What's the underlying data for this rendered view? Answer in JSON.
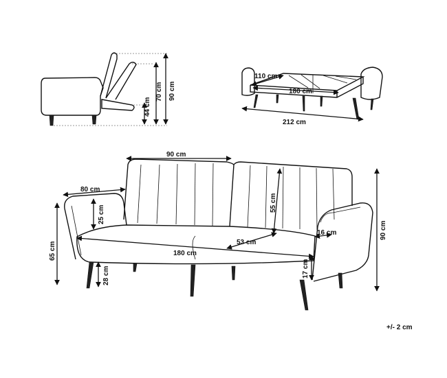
{
  "side_view": {
    "dim_70": "70 cm",
    "dim_90": "90 cm",
    "dim_44": "44 cm"
  },
  "bed_view": {
    "dim_110": "110 cm",
    "dim_180": "180 cm",
    "dim_212": "212 cm"
  },
  "front_view": {
    "dim_90": "90 cm",
    "dim_80": "80 cm",
    "dim_25": "25 cm",
    "dim_55": "55 cm",
    "dim_65": "65 cm",
    "dim_180": "180 cm",
    "dim_53": "53 cm",
    "dim_16": "16 cm",
    "dim_90_height": "90 cm",
    "dim_28": "28 cm",
    "dim_17": "17 cm"
  },
  "tolerance": "+/- 2 cm",
  "colors": {
    "line": "#111111",
    "background": "#ffffff"
  }
}
